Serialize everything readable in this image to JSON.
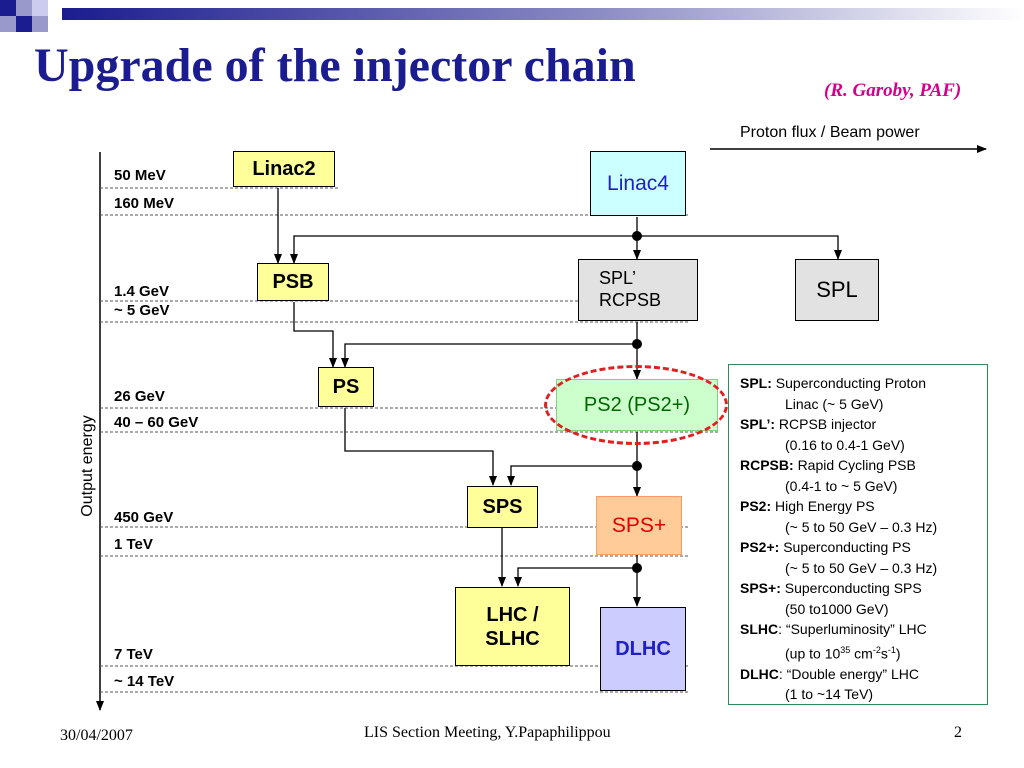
{
  "title": "Upgrade of the injector chain",
  "credit": "(R. Garoby, PAF)",
  "flux_label": "Proton flux / Beam power",
  "axis_label": "Output energy",
  "levels": [
    "50 MeV",
    "160 MeV",
    "1.4 GeV",
    "~ 5 GeV",
    "26 GeV",
    "40 – 60 GeV",
    "450 GeV",
    "1 TeV",
    "7 TeV",
    "~ 14 TeV"
  ],
  "boxes": {
    "linac2": "Linac2",
    "linac4": "Linac4",
    "psb": "PSB",
    "spl_prime_l1": "SPL’",
    "spl_prime_l2": "RCPSB",
    "spl": "SPL",
    "ps": "PS",
    "ps2": "PS2 (PS2+)",
    "sps": "SPS",
    "sps_plus": "SPS+",
    "lhc_l1": "LHC /",
    "lhc_l2": "SLHC",
    "dlhc": "DLHC"
  },
  "legend": {
    "spl_key": "SPL:",
    "spl_desc": "Superconducting Proton",
    "spl_desc2": "Linac (~ 5 GeV)",
    "splp_key": "SPL’:",
    "splp_desc": "RCPSB injector",
    "splp_desc2": "(0.16 to 0.4-1 GeV)",
    "rcpsb_key": "RCPSB:",
    "rcpsb_desc": "Rapid Cycling PSB",
    "rcpsb_desc2": "(0.4-1 to ~ 5 GeV)",
    "ps2_key": "PS2:",
    "ps2_desc": "High Energy PS",
    "ps2_desc2": "(~ 5 to 50 GeV – 0.3 Hz)",
    "ps2p_key": "PS2+:",
    "ps2p_desc": "Superconducting PS",
    "ps2p_desc2": "(~ 5 to 50 GeV – 0.3 Hz)",
    "spsp_key": "SPS+:",
    "spsp_desc": "Superconducting SPS",
    "spsp_desc2": "(50 to1000 GeV)",
    "slhc_key": "SLHC",
    "slhc_desc": ": “Superluminosity” LHC",
    "slhc_desc2_a": "(up to 10",
    "slhc_desc2_exp": "35",
    "slhc_desc2_b": " cm",
    "slhc_desc2_exp2": "-2",
    "slhc_desc2_c": "s",
    "slhc_desc2_exp3": "-1",
    "slhc_desc2_d": ")",
    "dlhc_key": "DLHC",
    "dlhc_desc": ": “Double energy” LHC",
    "dlhc_desc2": "(1 to ~14 TeV)"
  },
  "footer": {
    "date": "30/04/2007",
    "center": "LIS Section Meeting,  Y.Papaphilippou",
    "page": "2"
  },
  "colors": {
    "title": "#1b1c8f",
    "credit": "#d4008c",
    "linac4_text": "#1f1fc4",
    "linac4_fill": "#ccffff",
    "ps2_fill": "#ccffcc",
    "ps2_text": "#006600",
    "ps2_ellipse": "#e02020",
    "sps_plus_fill": "#ffcc99",
    "sps_plus_text": "#e00000",
    "dlhc_fill": "#ccccff",
    "dlhc_text": "#1f1fc4",
    "legend_border": "#2e8b57"
  }
}
